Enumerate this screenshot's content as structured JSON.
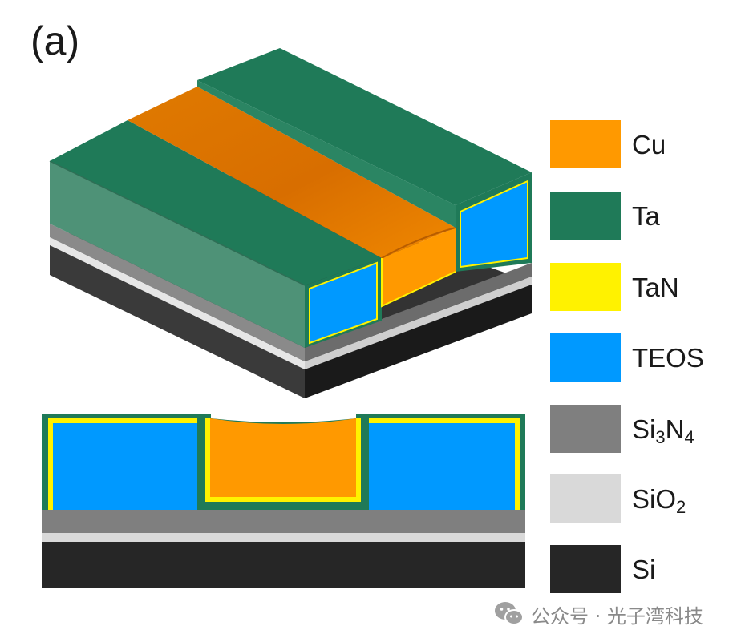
{
  "panel_label": "(a)",
  "colors": {
    "cu": "#FF9900",
    "ta": "#1F7A58",
    "tan": "#FFF200",
    "teos": "#0099FF",
    "si3n4": "#7F7F7F",
    "sio2": "#D9D9D9",
    "si": "#262626"
  },
  "legend": [
    {
      "key": "cu",
      "label": "Cu"
    },
    {
      "key": "ta",
      "label": "Ta"
    },
    {
      "key": "tan",
      "label": "TaN"
    },
    {
      "key": "teos",
      "label": "TEOS"
    },
    {
      "key": "si3n4",
      "label_main": "Si",
      "label_sub1": "3",
      "label_mid": "N",
      "label_sub2": "4"
    },
    {
      "key": "sio2",
      "label_main": "SiO",
      "label_sub1": "2"
    },
    {
      "key": "si",
      "label": "Si"
    }
  ],
  "watermark": {
    "icon": "wechat-icon",
    "text": "公众号 · 光子湾科技"
  }
}
